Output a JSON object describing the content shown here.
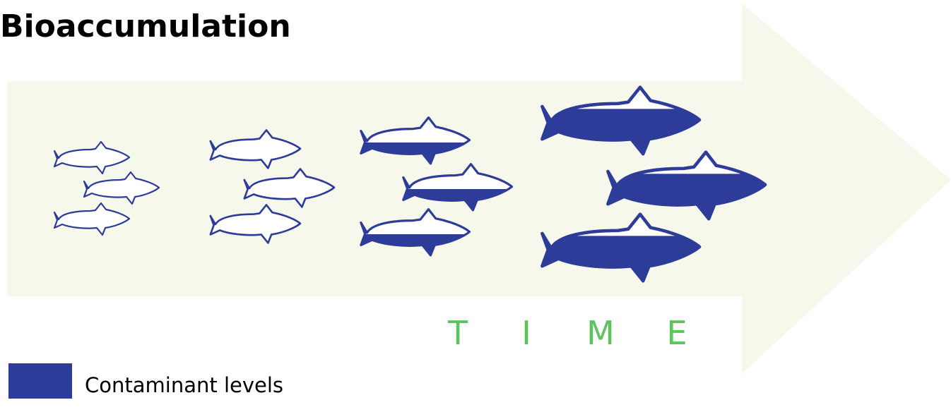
{
  "title": "Bioaccumulation",
  "time_letters": [
    "T",
    "I",
    "M",
    "E"
  ],
  "legend": {
    "label": "Contaminant levels"
  },
  "colors": {
    "arrow": "#F5F8EA",
    "contaminant": "#2E3C99",
    "time": "#5CC45A",
    "title": "#000000"
  },
  "fish_groups": [
    {
      "stage": 1,
      "fish_count": 3,
      "contaminant_fraction": 0.0
    },
    {
      "stage": 2,
      "fish_count": 3,
      "contaminant_fraction": 0.0
    },
    {
      "stage": 3,
      "fish_count": 3,
      "contaminant_fraction": 0.45
    },
    {
      "stage": 4,
      "fish_count": 3,
      "contaminant_fraction": 0.8
    }
  ]
}
